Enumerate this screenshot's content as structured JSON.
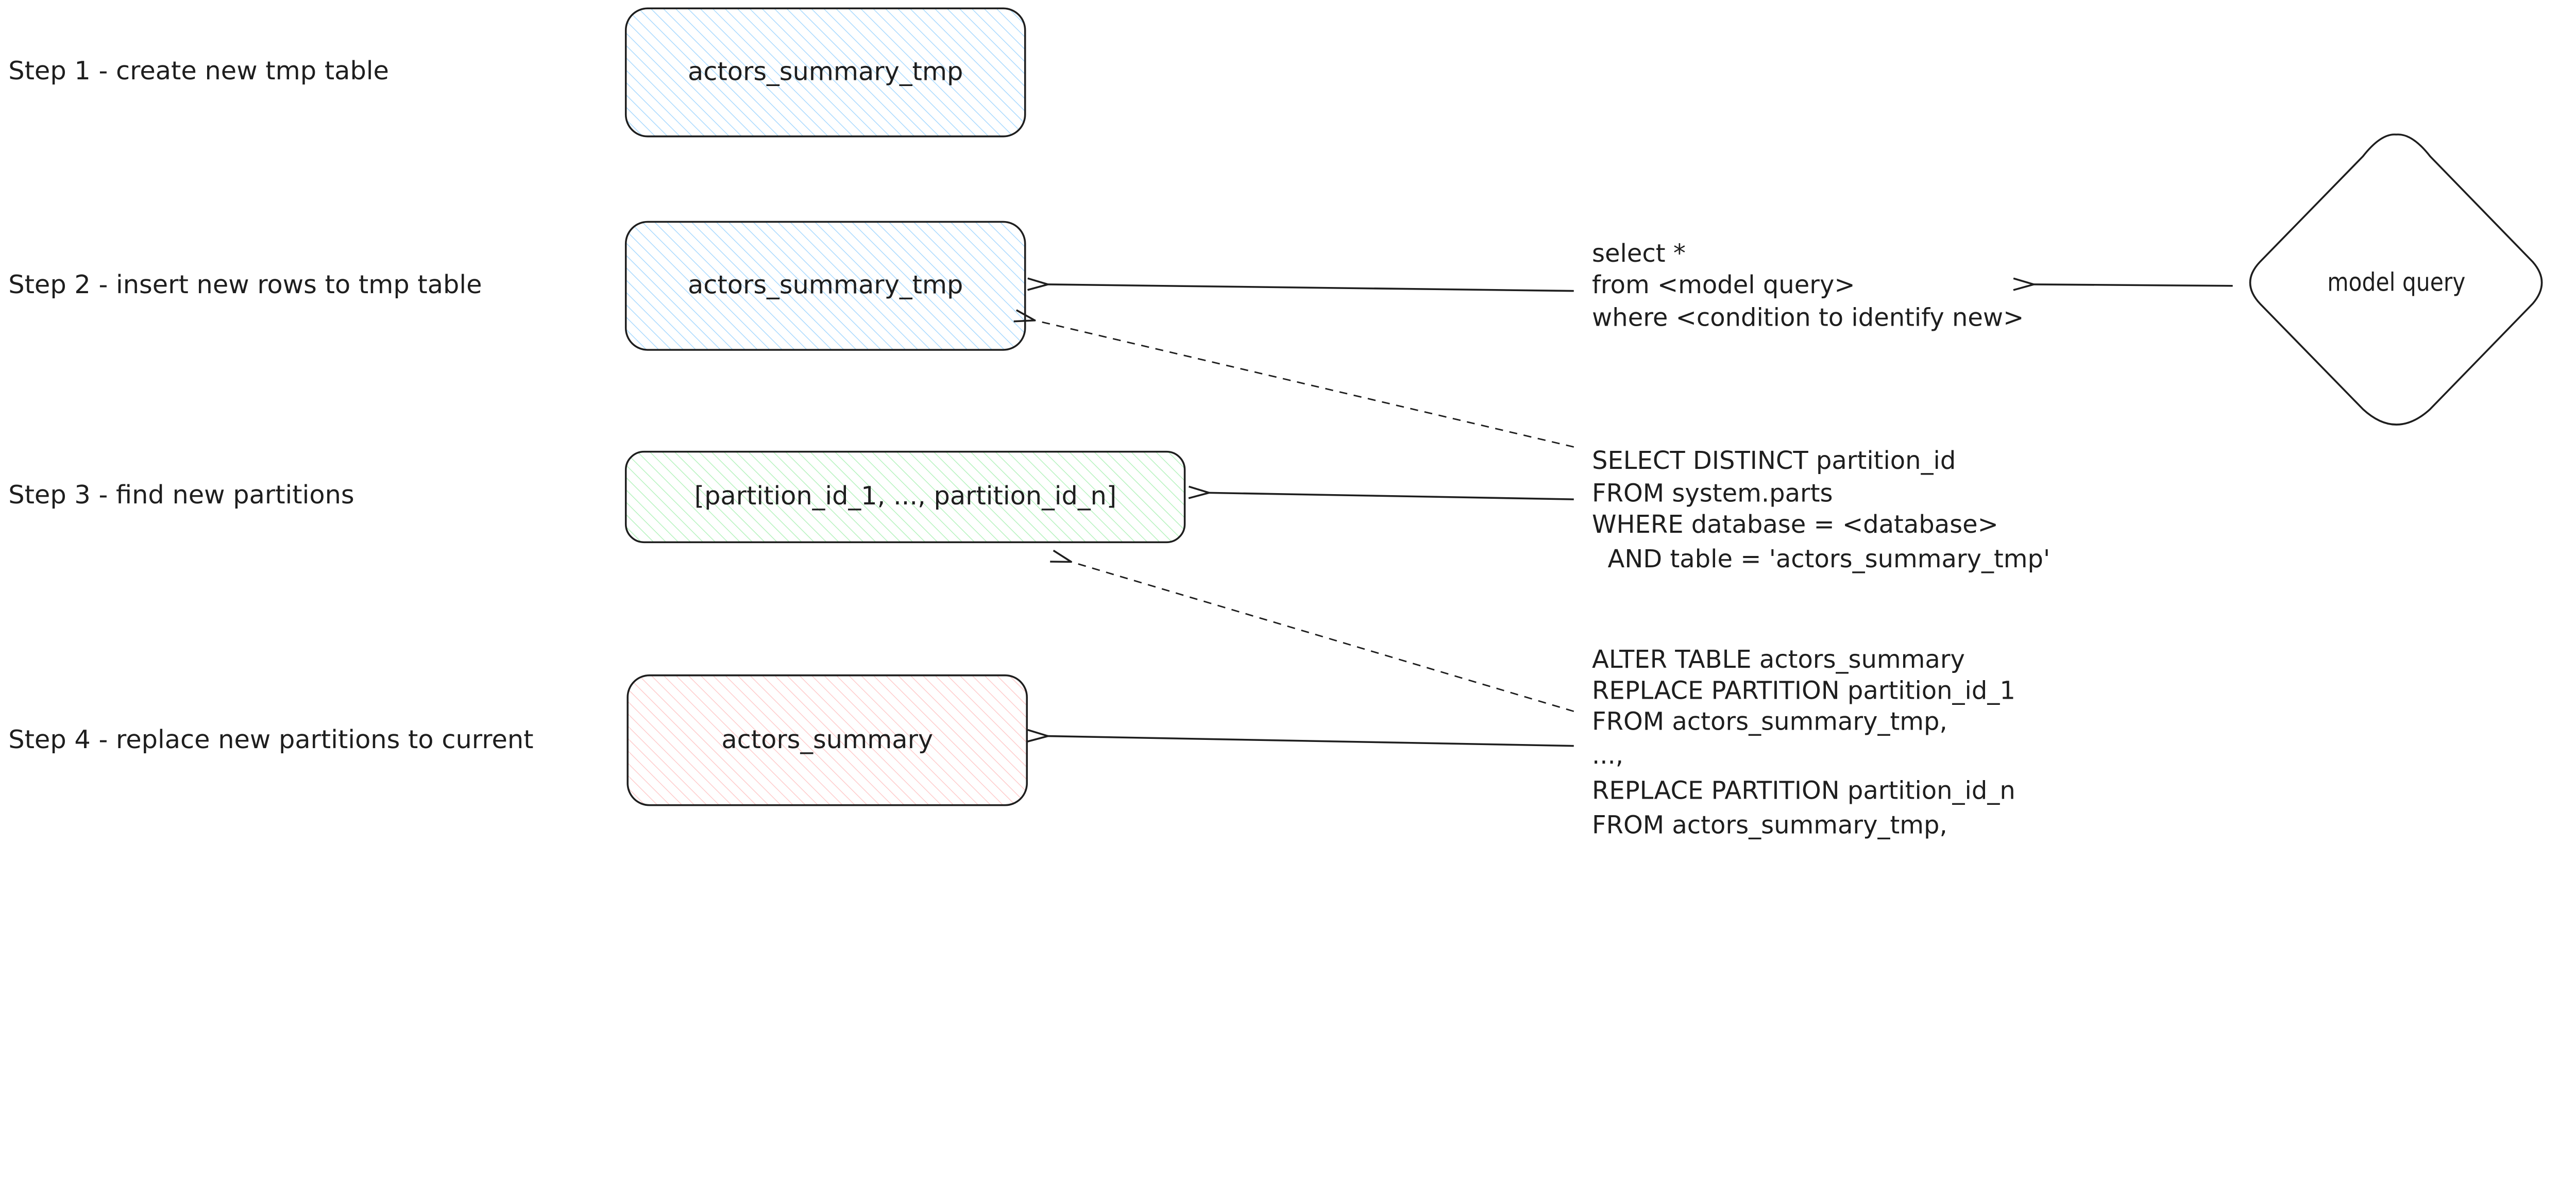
{
  "steps": [
    {
      "label": "Step 1 - create new tmp table",
      "node": "actors_summary_tmp"
    },
    {
      "label": "Step 2 - insert new rows to tmp table",
      "node": "actors_summary_tmp"
    },
    {
      "label": "Step 3 - find new partitions",
      "node": "[partition_id_1, ..., partition_id_n]"
    },
    {
      "label": "Step 4 - replace new partitions to current",
      "node": "actors_summary"
    }
  ],
  "source": {
    "label": "model query"
  },
  "queries": {
    "insert": [
      "select *",
      "from <model query>",
      "where <condition to identify new>"
    ],
    "partitions": [
      "SELECT DISTINCT partition_id",
      "FROM system.parts",
      "WHERE database = <database>",
      "  AND table = 'actors_summary_tmp'"
    ],
    "replace": [
      "ALTER TABLE actors_summary",
      "REPLACE PARTITION partition_id_1",
      "FROM actors_summary_tmp,",
      "...,",
      "REPLACE PARTITION partition_id_n",
      "FROM actors_summary_tmp,"
    ]
  },
  "colors": {
    "tmp_fill": "#a5d8ff",
    "partitions_fill": "#b2f2bb",
    "target_fill": "#ffc9c9",
    "stroke": "#1e1e1e"
  }
}
